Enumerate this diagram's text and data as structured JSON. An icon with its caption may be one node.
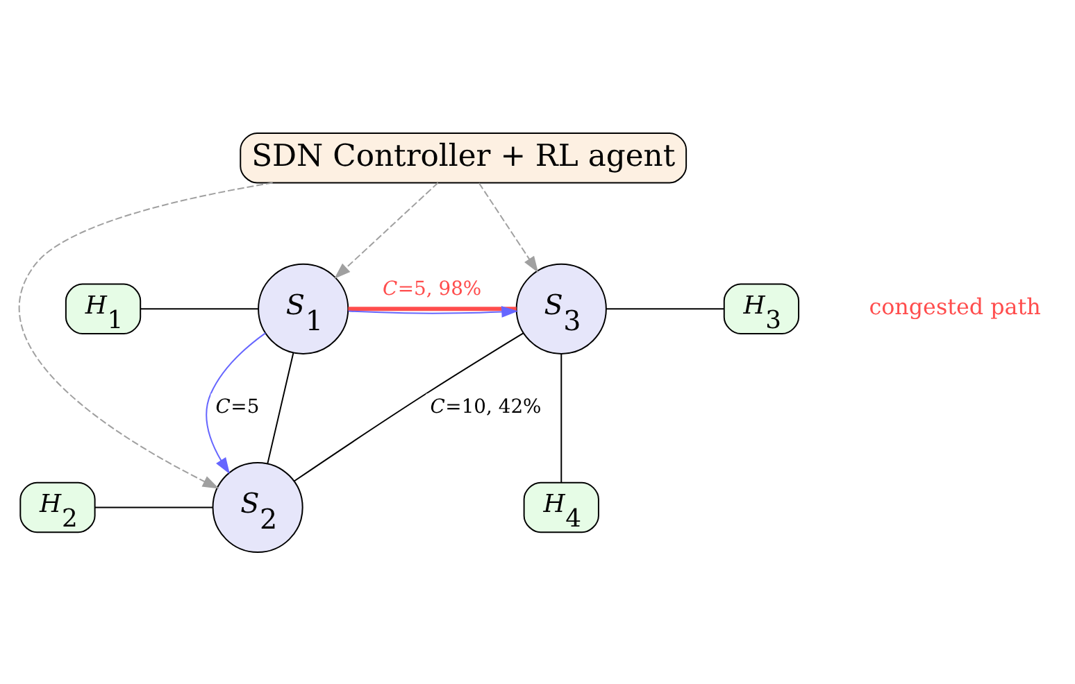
{
  "diagram": {
    "nodes": [
      {
        "text": [
          "SDN Controller + RL agent"
        ]
      },
      {
        "text": [
          "*S*$_{1}$"
        ]
      },
      {
        "text": [
          "*S*$_{2}$"
        ]
      },
      {
        "text": [
          "*S*$_{3}$"
        ]
      },
      {
        "text": [
          "*H*$_{1}$"
        ]
      },
      {
        "text": [
          "*H*$_{2}$"
        ]
      },
      {
        "text": [
          "*H*$_{3}$"
        ]
      },
      {
        "text": [
          "*H*$_{4}$"
        ]
      }
    ],
    "edges": [
      {
        "from": 0,
        "to": 1,
        "arrow": "to",
        "style": "dashed",
        "color": "#a0a0a0"
      },
      {
        "from": 0,
        "to": 2,
        "arrow": "to",
        "style": "dashed",
        "color": "#a0a0a0"
      },
      {
        "from": 0,
        "to": 3,
        "arrow": "to",
        "style": "dashed",
        "color": "#a0a0a0"
      },
      {
        "from": 4,
        "to": 1,
        "arrow": "none"
      },
      {
        "from": 5,
        "to": 2,
        "arrow": "none"
      },
      {
        "from": 1,
        "to": 2,
        "arrow": "none"
      },
      {
        "from": 1,
        "to": 2,
        "arrow": "to",
        "label": "*C*=5",
        "color": "#6666ff"
      },
      {
        "from": 1,
        "to": 3,
        "arrow": "none",
        "label": "*C*=5, 98%",
        "style": "thick",
        "color": "#ff4d4d"
      },
      {
        "from": 1,
        "to": 3,
        "arrow": "to",
        "color": "#6666ff"
      },
      {
        "from": 2,
        "to": 3,
        "arrow": "none",
        "label": "*C*=10, 42%"
      },
      {
        "from": 3,
        "to": 6,
        "arrow": "none"
      },
      {
        "from": 3,
        "to": 7,
        "arrow": "none"
      }
    ],
    "labels": [
      "congested path"
    ]
  }
}
